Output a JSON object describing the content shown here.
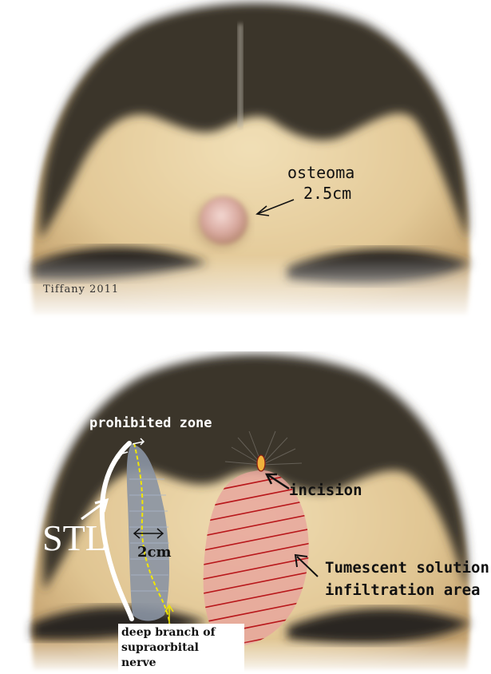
{
  "top_panel": {
    "osteoma_label": "osteoma",
    "osteoma_size": "2.5cm",
    "signature": "Tiffany 2011"
  },
  "bottom_panel": {
    "prohibited_zone": "prohibited zone",
    "incision": "incision",
    "stl": "STL",
    "distance": "2cm",
    "infiltration_line1": "Tumescent solution",
    "infiltration_line2": "infiltration area",
    "nerve_line1": "deep branch of",
    "nerve_line2": "supraorbital",
    "nerve_line3": "nerve"
  },
  "colors": {
    "skin": "#e7d2a6",
    "hair": "#3a342b",
    "prohibited_zone_fill": "#8a93a3",
    "infiltration_fill": "#e7a49c",
    "infiltration_lines": "#b8171b",
    "nerve": "#f1e600",
    "stl_line": "#ffffff"
  }
}
